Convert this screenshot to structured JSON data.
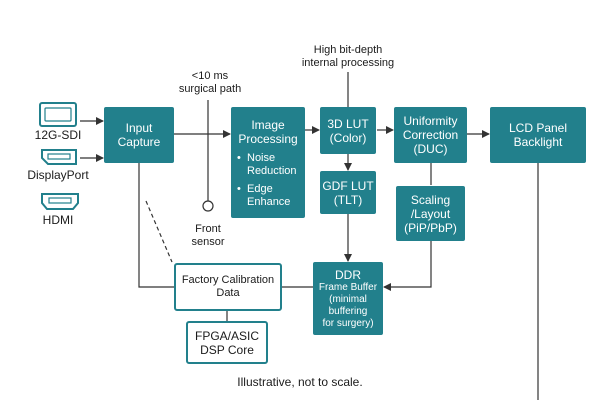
{
  "sources": [
    {
      "label": "12G-SDI",
      "icon": "monitor-icon"
    },
    {
      "label": "DisplayPort",
      "icon": "displayport-connector-icon"
    },
    {
      "label": "HDMI",
      "icon": "hdmi-connector-icon"
    }
  ],
  "blocks": {
    "input_capture": [
      "Input",
      "Capture"
    ],
    "image_processing": {
      "title": [
        "Image",
        "Processing"
      ],
      "features": [
        "Noise Reduction",
        "Edge Enhance"
      ]
    },
    "lut_3d": [
      "3D LUT",
      "(Color)"
    ],
    "gdf_lut": [
      "GDF LUT",
      "(TLT)"
    ],
    "uniformity": [
      "Uniformity",
      "Correction",
      "(DUC)"
    ],
    "scaling": [
      "Scaling",
      "/Layout",
      "(PiP/PbP)"
    ],
    "lcd": [
      "LCD Panel",
      "Backlight"
    ],
    "ddr": {
      "title": "DDR",
      "lines": [
        "Frame Buffer",
        "(minimal",
        "buffering",
        "for surgery)"
      ]
    },
    "factory_cal": [
      "Factory Calibration",
      "Data"
    ],
    "fpga": [
      "FPGA/ASIC",
      "DSP Core"
    ]
  },
  "annotations": {
    "surgical_path": [
      "<10 ms",
      "surgical path"
    ],
    "high_bit_depth": [
      "High bit-depth",
      "internal processing"
    ],
    "front_sensor": [
      "Front",
      "sensor"
    ],
    "footnote": "Illustrative, not to scale."
  },
  "colors": {
    "accent": "#22808c",
    "line": "#333333"
  }
}
